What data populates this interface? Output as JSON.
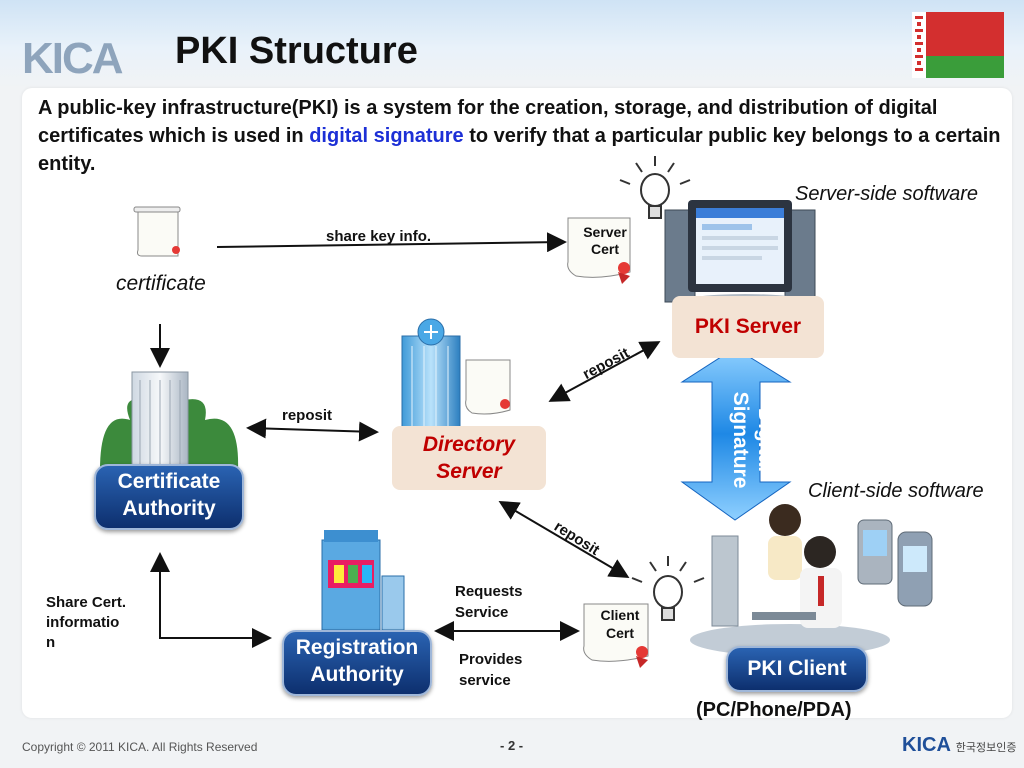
{
  "header": {
    "logo_text": "KICA",
    "title": "PKI Structure"
  },
  "intro": {
    "part1": "A public-key infrastructure(PKI) is a system for the creation, storage, and distribution of digital certificates  which is used in ",
    "highlight": "digital signature",
    "part2": " to verify that a particular public key belongs to a certain entity."
  },
  "diagram": {
    "certificate_label": "certificate",
    "share_key_label": "share key info.",
    "server_cert_label": [
      "Server",
      "Cert"
    ],
    "server_side_label": "Server-side software",
    "pki_server_label": "PKI Server",
    "ca_label": [
      "Certificate",
      "Authority"
    ],
    "reposit_ca_dir": "reposit",
    "reposit_dir_server": "reposit",
    "reposit_dir_client": "reposit",
    "directory_label": [
      "Directory",
      "Server"
    ],
    "digital_signature_label": [
      "Digital",
      "Signature"
    ],
    "client_side_label": "Client-side software",
    "share_cert_label": [
      "Share Cert.",
      "informatio",
      "n"
    ],
    "ra_label": [
      "Registration",
      "Authority"
    ],
    "requests_label": [
      "Requests",
      "Service"
    ],
    "provides_label": [
      "Provides",
      "service"
    ],
    "client_cert_label": [
      "Client",
      "Cert"
    ],
    "pki_client_label": "PKI Client",
    "pc_phone_label": "(PC/Phone/PDA)"
  },
  "footer": {
    "copyright": "Copyright © 2011 KICA. All Rights Reserved",
    "page": "- 2 -",
    "logo_text": "KICA",
    "logo_sub": "한국정보인증"
  },
  "colors": {
    "pill_blue": "#0d2f6e",
    "highlight_blue": "#1c2fd6",
    "server_red": "#c00000",
    "arrow_blue": "#1e88e5"
  }
}
